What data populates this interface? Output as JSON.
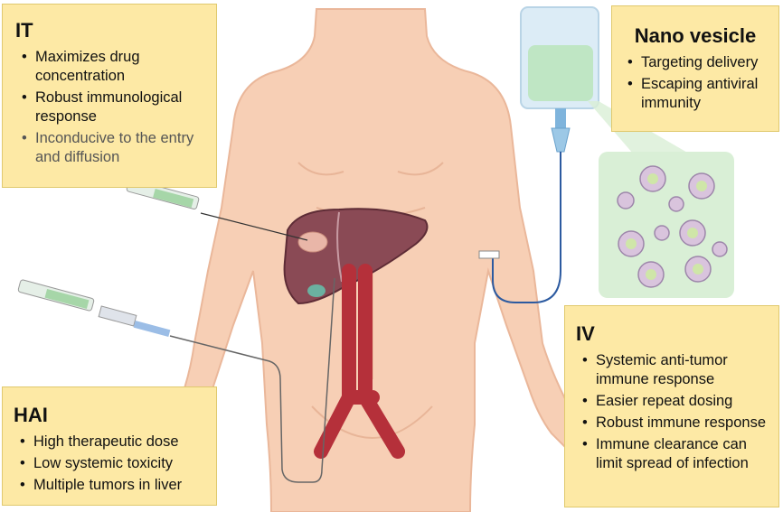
{
  "boxes": {
    "it": {
      "title": "IT",
      "items": [
        "Maximizes drug concentration",
        "Robust immunological response",
        "Inconducive to the entry and diffusion"
      ]
    },
    "nano": {
      "title": "Nano vesicle",
      "items": [
        "Targeting delivery",
        "Escaping antiviral immunity"
      ]
    },
    "iv": {
      "title": "IV",
      "items": [
        "Systemic anti-tumor immune response",
        "Easier repeat dosing",
        "Robust immune response",
        "Immune clearance can limit spread of infection"
      ]
    },
    "hai": {
      "title": "HAI",
      "items": [
        "High therapeutic dose",
        "Low systemic toxicity",
        "Multiple tumors in liver"
      ]
    }
  },
  "colors": {
    "box_fill": "#fde9a5",
    "skin": "#f7cfb5",
    "liver": "#8a4a55",
    "aorta": "#b5303a",
    "vesicle_panel": "#d9efd6",
    "iv_bag": "#dcecf6"
  }
}
